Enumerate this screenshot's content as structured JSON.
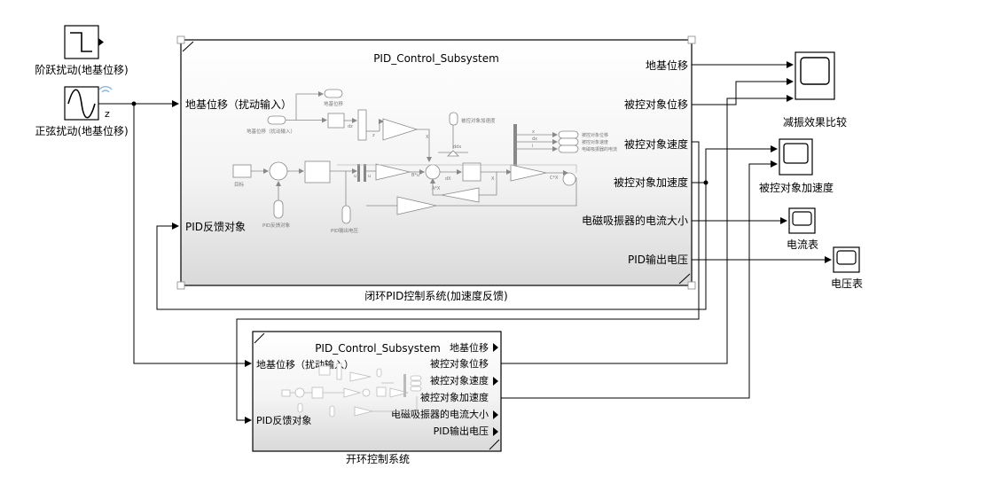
{
  "blocks": {
    "step": {
      "label": "阶跃扰动(地基位移)"
    },
    "sine": {
      "label": "正弦扰动(地基位移)",
      "port": "z"
    },
    "closed_loop": {
      "title": "PID_Control_Subsystem",
      "caption": "闭环PID控制系统(加速度反馈)",
      "inputs": [
        "地基位移（扰动输入）",
        "PID反馈对象"
      ],
      "outputs": [
        "地基位移",
        "被控对象位移",
        "被控对象速度",
        "被控对象加速度",
        "电磁吸振器的电流大小",
        "PID输出电压"
      ],
      "inner": {
        "in_disturb": "地基位移（扰动输入）",
        "ground_tag": "地基位移",
        "accel_tag": "被控对象加速度",
        "target": "目标",
        "pid_fb": "PID反馈对象",
        "pid_out": "PID输出电压",
        "mux_labels": [
          "被控对象位移",
          "被控对象速度",
          "电磁吸振器的电流"
        ],
        "sig": [
          "x",
          "dx",
          "i",
          "ddx",
          "X",
          "z",
          "dz",
          "u",
          "dX",
          "A*X",
          "B*u",
          "C*X"
        ]
      }
    },
    "open_loop": {
      "title": "PID_Control_Subsystem",
      "caption": "开环控制系统",
      "inputs": [
        "地基位移（扰动输入）",
        "PID反馈对象"
      ],
      "outputs": [
        "地基位移",
        "被控对象位移",
        "被控对象速度",
        "被控对象加速度",
        "电磁吸振器的电流大小",
        "PID输出电压"
      ]
    },
    "scopes": [
      {
        "label": "减振效果比较"
      },
      {
        "label": "被控对象加速度"
      },
      {
        "label": "电流表"
      },
      {
        "label": "电压表"
      }
    ]
  }
}
